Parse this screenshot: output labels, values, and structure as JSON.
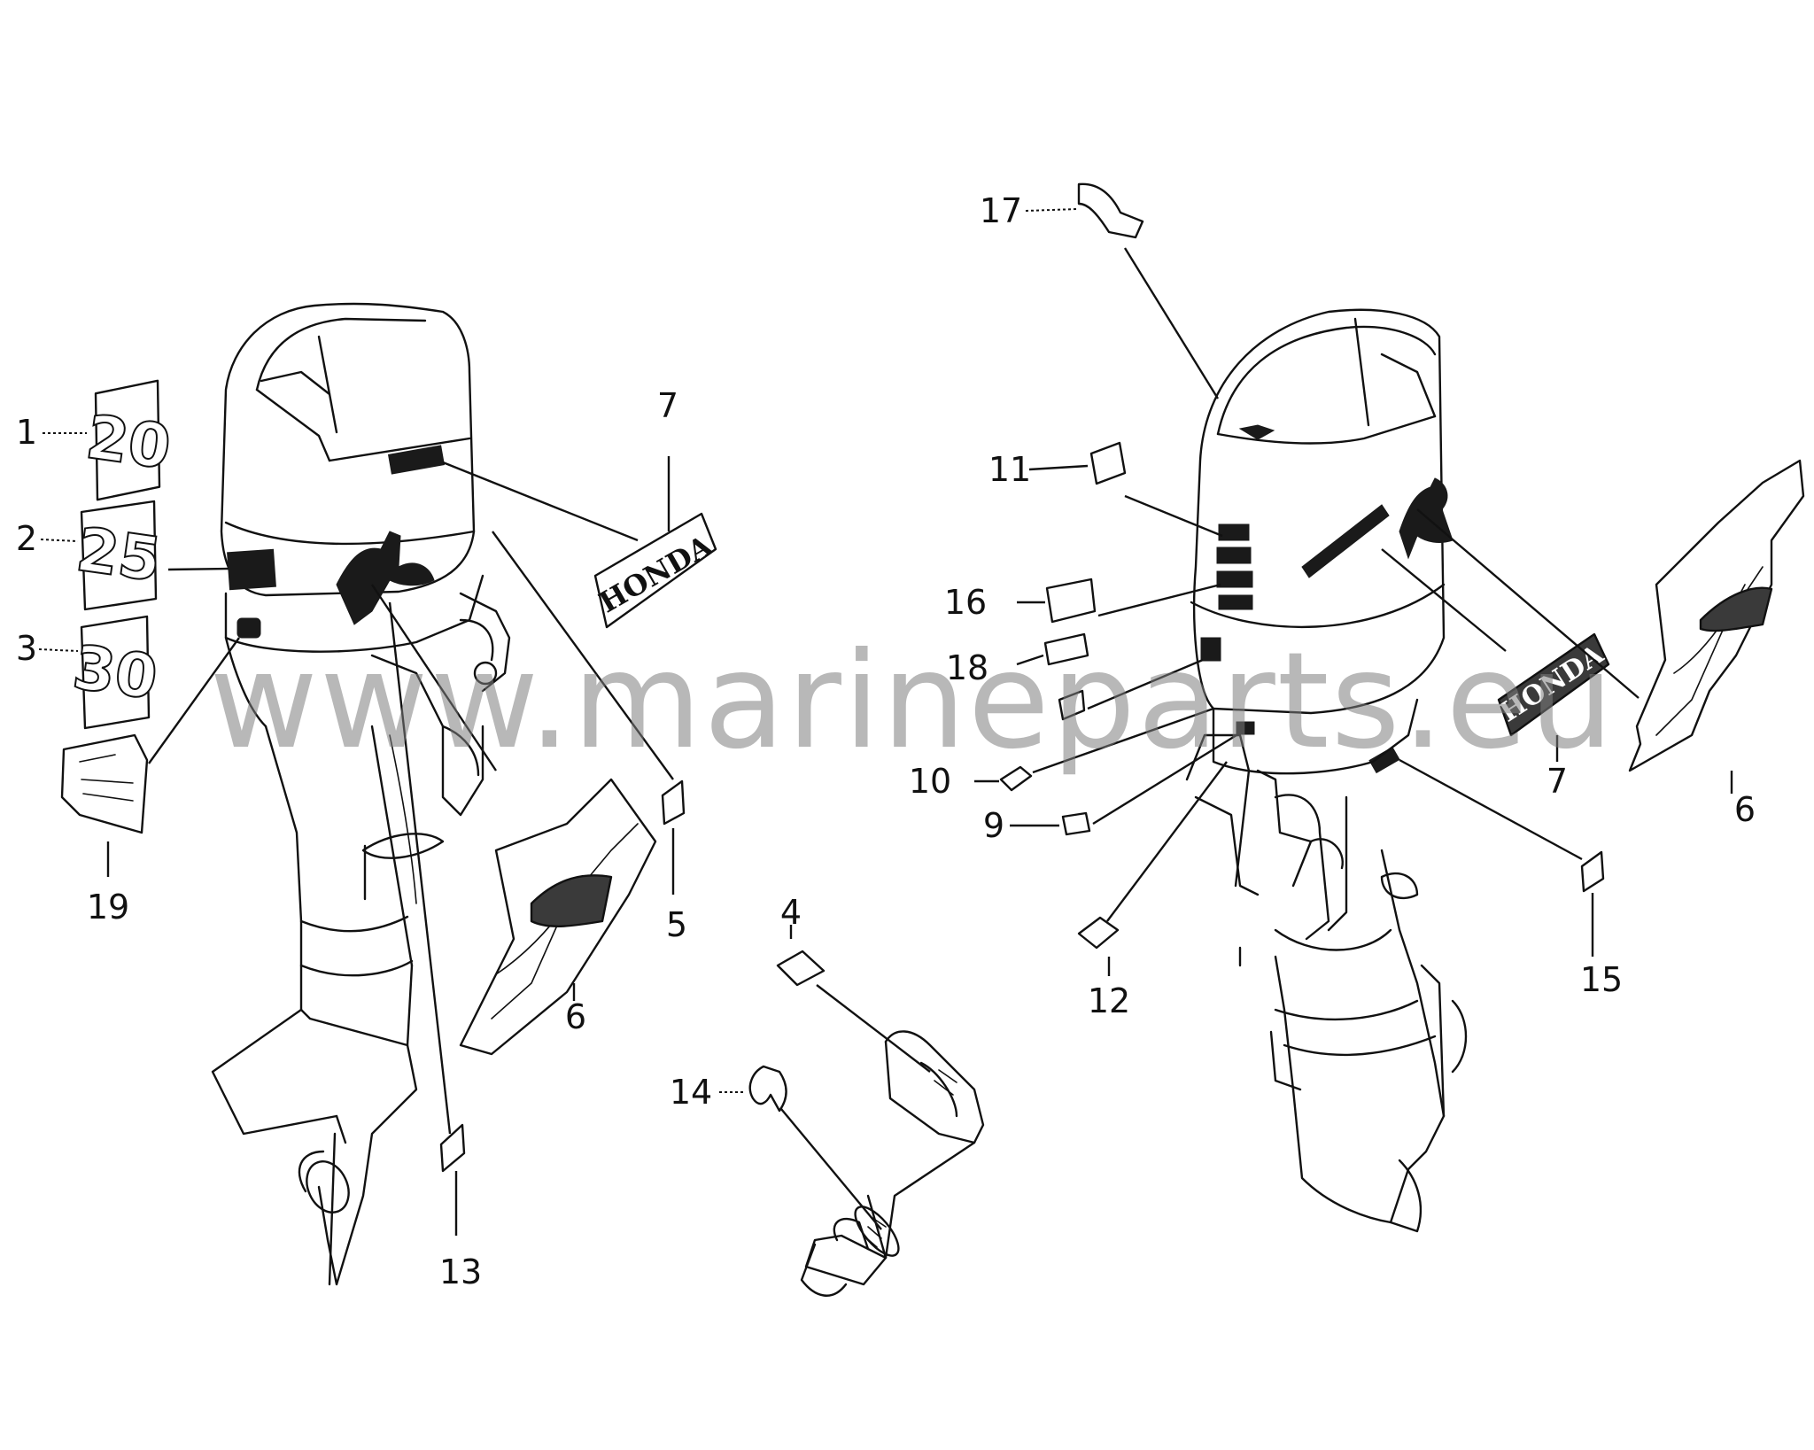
{
  "callouts": [
    "1",
    "2",
    "3",
    "4",
    "5",
    "6",
    "7",
    "9",
    "10",
    "11",
    "12",
    "13",
    "14",
    "15",
    "16",
    "17",
    "18",
    "19"
  ],
  "decal_numbers": {
    "d20": "20",
    "d25": "25",
    "d30": "30"
  },
  "brand_decal_text": "HONDA",
  "watermark": "www.marineparts.eu"
}
